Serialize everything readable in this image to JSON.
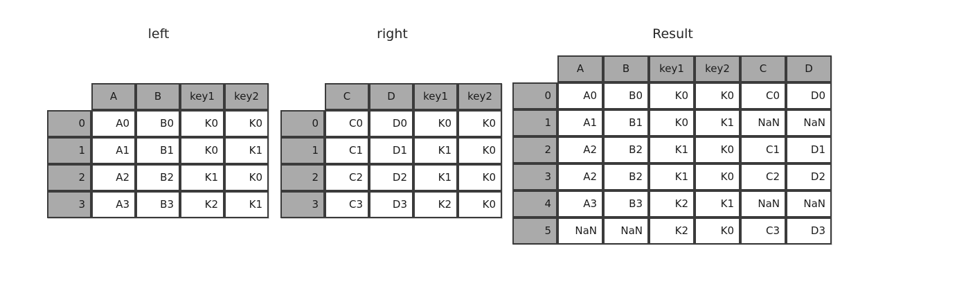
{
  "figure": {
    "background": "#ffffff",
    "header_fill": "#aaaaaa",
    "index_fill": "#aaaaaa",
    "cell_fill": "#ffffff",
    "border_color": "#3b3b3b",
    "text_color": "#1a1a1a"
  },
  "panels": [
    {
      "id": "left",
      "title": "left",
      "index_header": "",
      "columns": [
        "A",
        "B",
        "key1",
        "key2"
      ],
      "index": [
        "0",
        "1",
        "2",
        "3"
      ],
      "rows": [
        [
          "A0",
          "B0",
          "K0",
          "K0"
        ],
        [
          "A1",
          "B1",
          "K0",
          "K1"
        ],
        [
          "A2",
          "B2",
          "K1",
          "K0"
        ],
        [
          "A3",
          "B3",
          "K2",
          "K1"
        ]
      ]
    },
    {
      "id": "right",
      "title": "right",
      "index_header": "",
      "columns": [
        "C",
        "D",
        "key1",
        "key2"
      ],
      "index": [
        "0",
        "1",
        "2",
        "3"
      ],
      "rows": [
        [
          "C0",
          "D0",
          "K0",
          "K0"
        ],
        [
          "C1",
          "D1",
          "K1",
          "K0"
        ],
        [
          "C2",
          "D2",
          "K1",
          "K0"
        ],
        [
          "C3",
          "D3",
          "K2",
          "K0"
        ]
      ]
    },
    {
      "id": "result",
      "title": "Result",
      "index_header": "",
      "columns": [
        "A",
        "B",
        "key1",
        "key2",
        "C",
        "D"
      ],
      "index": [
        "0",
        "1",
        "2",
        "3",
        "4",
        "5"
      ],
      "rows": [
        [
          "A0",
          "B0",
          "K0",
          "K0",
          "C0",
          "D0"
        ],
        [
          "A1",
          "B1",
          "K0",
          "K1",
          "NaN",
          "NaN"
        ],
        [
          "A2",
          "B2",
          "K1",
          "K0",
          "C1",
          "D1"
        ],
        [
          "A2",
          "B2",
          "K1",
          "K0",
          "C2",
          "D2"
        ],
        [
          "A3",
          "B3",
          "K2",
          "K1",
          "NaN",
          "NaN"
        ],
        [
          "NaN",
          "NaN",
          "K2",
          "K0",
          "C3",
          "D3"
        ]
      ]
    }
  ]
}
